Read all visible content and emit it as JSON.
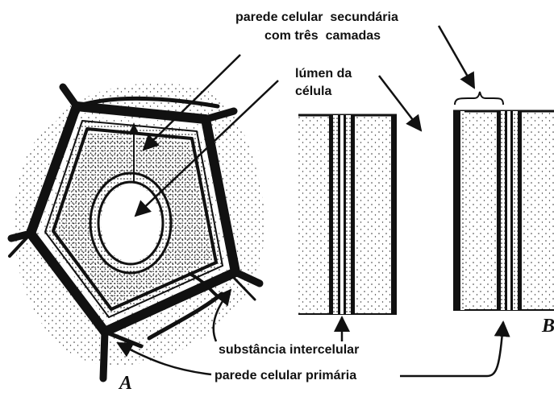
{
  "labels": {
    "secondary_wall_line1": "parede celular  secundária",
    "secondary_wall_line2": "com três  camadas",
    "lumen_line1": "lúmen da",
    "lumen_line2": "célula",
    "intercellular": "substância intercelular",
    "primary_wall": "parede celular primária"
  },
  "panels": {
    "a": "A",
    "b": "B"
  },
  "colors": {
    "ink": "#111111",
    "stipple": "#222222",
    "background": "#ffffff"
  }
}
